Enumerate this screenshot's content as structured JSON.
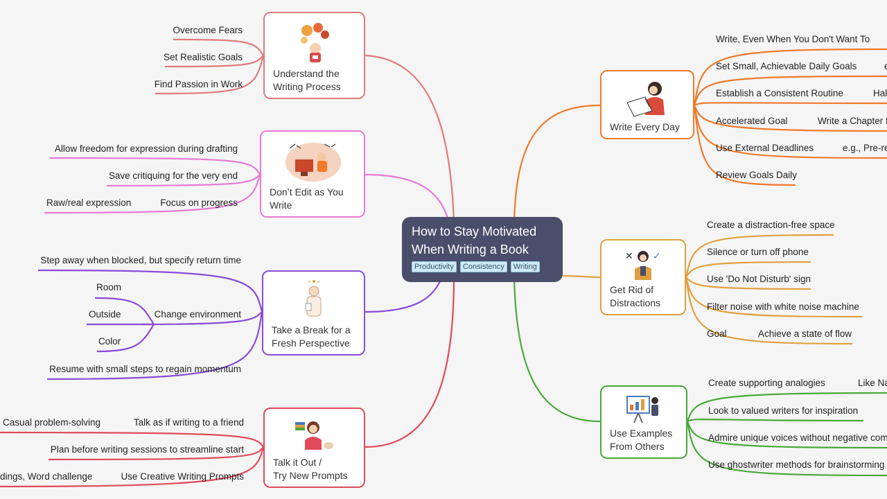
{
  "root": {
    "title_line1": "How to Stay Motivated",
    "title_line2": "When Writing a Book",
    "tags": [
      "Productivity",
      "Consistency",
      "Writing"
    ]
  },
  "topics": {
    "understand": {
      "line1": "Understand the",
      "line2": "Writing Process",
      "color": "#e07a7a",
      "items": [
        "Overcome Fears",
        "Set Realistic Goals",
        "Find Passion in Work"
      ]
    },
    "dont_edit": {
      "line1": "Don’t Edit as You",
      "line2": "Write",
      "color": "#e87ad5",
      "items": [
        "Allow freedom for expression during drafting",
        "Save critiquing for the very end",
        "Focus on progress"
      ],
      "sub": "Raw/real expression"
    },
    "take_break": {
      "line1": "Take a Break for a",
      "line2": "Fresh Perspective",
      "color": "#8a4ad8",
      "items": [
        "Step away when blocked, but specify return time",
        "Change environment",
        "Resume with small steps to regain momentum"
      ],
      "env": [
        "Room",
        "Outside",
        "Color"
      ]
    },
    "talk_it_out": {
      "line1": "Talk it Out /",
      "line2": "Try New Prompts",
      "color": "#e04a5a",
      "items": [
        "Talk as if writing to a friend",
        "Plan before writing sessions to streamline start",
        "Use Creative Writing Prompts"
      ],
      "sub1": "Casual problem-solving",
      "sub3": "dings, Word challenge"
    },
    "write_every_day": {
      "label": "Write Every Day",
      "color": "#f07a2a",
      "items": [
        "Write, Even When You Don't Want To",
        "Set Small, Achievable Daily Goals",
        "Establish a Consistent Routine",
        "Accelerated Goal",
        "Use External Deadlines",
        "Review Goals Daily"
      ],
      "subs": [
        "e",
        "Hal",
        "Write a Chapter P",
        "e.g., Pre-re"
      ]
    },
    "distractions": {
      "line1": "Get Rid of",
      "line2": "Distractions",
      "color": "#e0a040",
      "items": [
        "Create a distraction-free space",
        "Silence or turn off phone",
        "Use 'Do Not Disturb' sign",
        "Filter noise with white noise machine",
        "Goal"
      ],
      "sub": "Achieve a state of flow"
    },
    "examples": {
      "line1": "Use Examples",
      "line2": "From Others",
      "color": "#4aa83a",
      "items": [
        "Create supporting analogies",
        "Look to valued writers for inspiration",
        "Admire unique voices without negative com",
        "Use ghostwriter methods for brainstorming"
      ],
      "sub": "Like Na"
    }
  }
}
